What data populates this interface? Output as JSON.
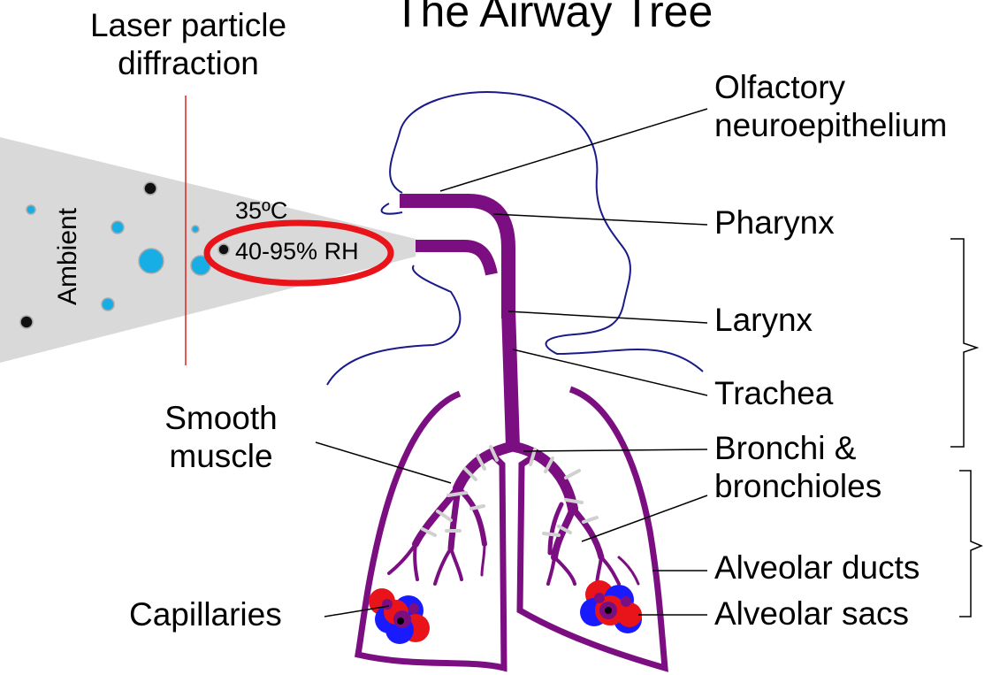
{
  "title": "The Airway Tree",
  "laser_label": [
    "Laser particle",
    "diffraction"
  ],
  "ambient_label": "Ambient",
  "conditions": {
    "temp": "35ºC",
    "humidity": "40-95% RH"
  },
  "labels": {
    "olfactory": [
      "Olfactory",
      "neuroepithelium"
    ],
    "pharynx": "Pharynx",
    "larynx": "Larynx",
    "trachea": "Trachea",
    "bronchi": [
      "Bronchi &",
      "bronchioles"
    ],
    "alveolar_ducts": "Alveolar ducts",
    "alveolar_sacs": "Alveolar sacs",
    "smooth_muscle": [
      "Smooth",
      "muscle"
    ],
    "capillaries": "Capillaries"
  },
  "colors": {
    "airway": "#7b0f82",
    "outline": "#1a1a8c",
    "laser_line": "#e0201c",
    "highlight": "#e8141a",
    "particle": "#17aee6",
    "cone": "#d9d9d9",
    "muscle_band": "#d0d0d0",
    "capillary_red": "#e8141a",
    "capillary_blue": "#1a1aff"
  }
}
